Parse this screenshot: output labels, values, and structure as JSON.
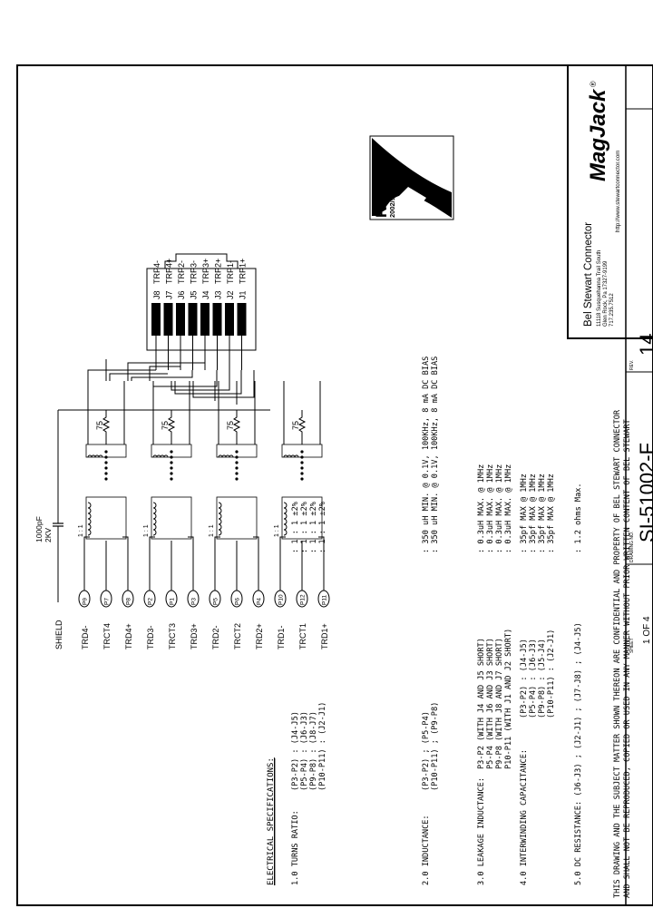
{
  "notice": {
    "line1": "THIS DRAWING AND THE SUBJECT MATTER SHOWN THEREON ARE CONFIDENTIAL AND PROPERTY OF BEL STEWART CONNECTOR",
    "line2": "AND SHALL NOT BE REPRODUCED, COPIED OR USED IN ANY MANNER WITHOUT PRIOR WRITTEN CONTENT OF BEL STEWART"
  },
  "specs": {
    "heading": "ELECTRICAL SPECIFICATIONS:",
    "s1": {
      "label": "1.0  TURNS RATIO:",
      "rows": [
        "(P3-P2) : (J4-J5)",
        "(P5-P4) : (J6-J3)",
        "(P9-P8) : (J8-J7)",
        "(P10-P11) : (J2-J1)"
      ],
      "values": [
        ":  1 : 1  ±2%",
        ":  1 : 1  ±2%",
        ":  1 : 1  ±2%",
        ":  1 : 1  ±2%"
      ]
    },
    "s2": {
      "label": "2.0  INDUCTANCE:",
      "rows": [
        "(P3-P2) ; (P5-P4)",
        "(P10-P11) ; (P9-P8)"
      ],
      "values": [
        ":  350 uH MIN. @ 0.1V, 100KHz, 8 mA DC BIAS",
        ":  350 uH MIN. @ 0.1V, 100KHz, 8 mA DC BIAS"
      ]
    },
    "s3": {
      "label": "3.0  LEAKAGE INDUCTANCE:",
      "rows": [
        "P3-P2 (WITH J4 AND J5 SHORT)",
        "P5-P4 (WITH J6 AND J3 SHORT)",
        "P9-P8 (WITH J8 AND J7 SHORT)",
        "P10-P11 (WITH J1 AND J2 SHORT)"
      ],
      "values": [
        ":  0.3uH MAX. @ 1MHz",
        ":  0.3uH MAX. @ 1MHz",
        ":  0.3uH MAX. @ 1MHz",
        ":  0.3uH MAX. @ 1MHz"
      ]
    },
    "s4": {
      "label": "4.0  INTERWINDING CAPACITANCE:",
      "rows": [
        "(P3-P2) : (J4-J5)",
        "(P5-P4) : (J6-J3)",
        "(P9-P8) : (J5-J4)",
        "(P10-P11) : (J2-J1)"
      ],
      "values": [
        ":  35pf MAX @ 1MHz",
        ":  35pf MAX @ 1MHz",
        ":  35pf MAX @ 1MHz",
        ":  35pf MAX @ 1MHz"
      ]
    },
    "s5": {
      "label": "5.0  DC RESISTANCE: (J6-J3) ; (J2-J1) ; (J7-J8) ; (J4-J5)",
      "value": ":  1.2 ohms Max."
    }
  },
  "schematic": {
    "shield": "SHIELD",
    "cap_value": "1000pF",
    "cap_voltage": "2KV",
    "resistor": "75",
    "ratio": "1 : 1",
    "left_pins": [
      {
        "name": "TRD4-",
        "pin": "P9"
      },
      {
        "name": "TRCT4",
        "pin": "P7"
      },
      {
        "name": "TRD4+",
        "pin": "P8"
      },
      {
        "name": "TRD3-",
        "pin": "P2"
      },
      {
        "name": "TRCT3",
        "pin": "P1"
      },
      {
        "name": "TRD3+",
        "pin": "P3"
      },
      {
        "name": "TRD2-",
        "pin": "P5"
      },
      {
        "name": "TRCT2",
        "pin": "P6"
      },
      {
        "name": "TRD2+",
        "pin": "P4"
      },
      {
        "name": "TRD1-",
        "pin": "P10"
      },
      {
        "name": "TRCT1",
        "pin": "P12"
      },
      {
        "name": "TRD1+",
        "pin": "P11"
      }
    ],
    "jack_pins": [
      {
        "pin": "J8",
        "name": "TRP4-"
      },
      {
        "pin": "J7",
        "name": "TRP4+"
      },
      {
        "pin": "J6",
        "name": "TRP2-"
      },
      {
        "pin": "J5",
        "name": "TRP3-"
      },
      {
        "pin": "J4",
        "name": "TRP3+"
      },
      {
        "pin": "J3",
        "name": "TRP2+"
      },
      {
        "pin": "J2",
        "name": "TRP1-"
      },
      {
        "pin": "J1",
        "name": "TRP1+"
      }
    ]
  },
  "rohs": {
    "title": "RoHS",
    "sub": "2002/95/EC"
  },
  "title_block": {
    "company": "Bel Stewart Connector",
    "address1": "11118 Susquehanna Trail South",
    "address2": "Glen Rock, Pa  17327-9199",
    "phone": "717.235.7512",
    "logo": "MagJack",
    "logo_reg": "®",
    "url": "http://www.stewartconnector.com",
    "sheet_label": "SHEET",
    "sheet_value": "1 OF 4",
    "drawing_label": "DRAWING NO.",
    "drawing_value": "SI-51002-F",
    "rev_label": "REV.",
    "rev_value": "14"
  }
}
